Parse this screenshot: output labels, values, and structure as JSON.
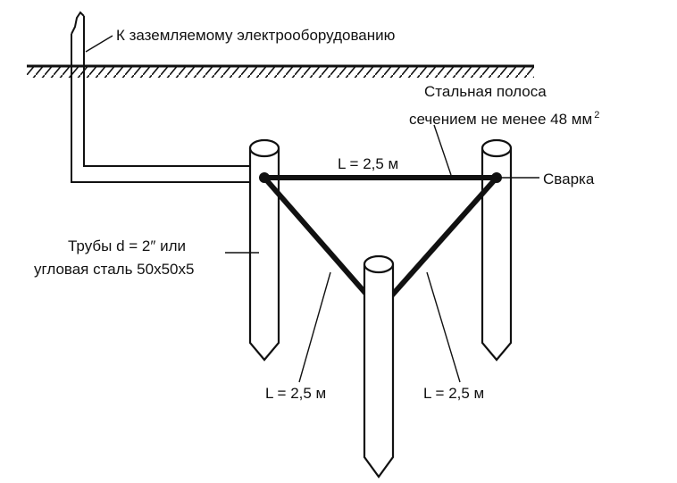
{
  "labels": {
    "equipment": "К заземляемому электрооборудованию",
    "strip_line1": "Стальная полоса",
    "strip_line2": "сечением не менее 48 мм",
    "strip_exp": "2",
    "weld": "Сварка",
    "pipes_line1": "Трубы d = 2″  или",
    "pipes_line2": "угловая сталь  50x50x5",
    "length_top": "L = 2,5 м",
    "length_left": "L = 2,5 м",
    "length_right": "L = 2,5 м"
  },
  "colors": {
    "ink": "#111111",
    "background": "#ffffff"
  }
}
